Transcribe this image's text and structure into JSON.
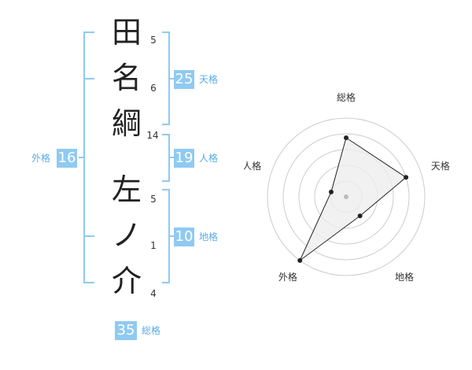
{
  "name_chars": [
    {
      "char": "田",
      "strokes": "5"
    },
    {
      "char": "名",
      "strokes": "6"
    },
    {
      "char": "綱",
      "strokes": "14"
    },
    {
      "char": "左",
      "strokes": "5"
    },
    {
      "char": "ノ",
      "strokes": "1"
    },
    {
      "char": "介",
      "strokes": "4"
    }
  ],
  "fortunes": {
    "tenkaku": {
      "label": "天格",
      "value": "25"
    },
    "jinkaku": {
      "label": "人格",
      "value": "19"
    },
    "chikaku": {
      "label": "地格",
      "value": "10"
    },
    "gaikaku": {
      "label": "外格",
      "value": "16"
    },
    "soukaku": {
      "label": "総格",
      "value": "35"
    }
  },
  "chart_data": {
    "type": "radar",
    "axes": [
      "総格",
      "天格",
      "地格",
      "外格",
      "人格"
    ],
    "values": [
      0.75,
      0.8,
      0.3,
      1.0,
      0.2
    ],
    "rings": 5,
    "colors": {
      "ring": "#cccccc",
      "fill": "#eeeeee",
      "line": "#222222",
      "center": "#bbbbbb"
    }
  }
}
